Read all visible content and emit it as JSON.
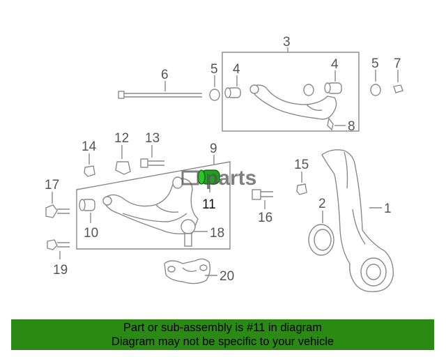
{
  "callouts": {
    "c1": "1",
    "c2": "2",
    "c3": "3",
    "c4a": "4",
    "c4b": "4",
    "c5a": "5",
    "c5b": "5",
    "c6": "6",
    "c7": "7",
    "c8": "8",
    "c9": "9",
    "c10": "10",
    "c11": "11",
    "c12": "12",
    "c13": "13",
    "c14": "14",
    "c15": "15",
    "c16": "16",
    "c17": "17",
    "c18": "18",
    "c19": "19",
    "c20": "20"
  },
  "watermark": "parts",
  "colors": {
    "highlight_part": "#1fa01f",
    "banner_bg": "#2a8a14",
    "line": "#8a8a8a"
  },
  "banner": {
    "line1": "Part or sub-assembly is #11 in diagram",
    "line2": "Diagram may not be specific to your vehicle"
  }
}
